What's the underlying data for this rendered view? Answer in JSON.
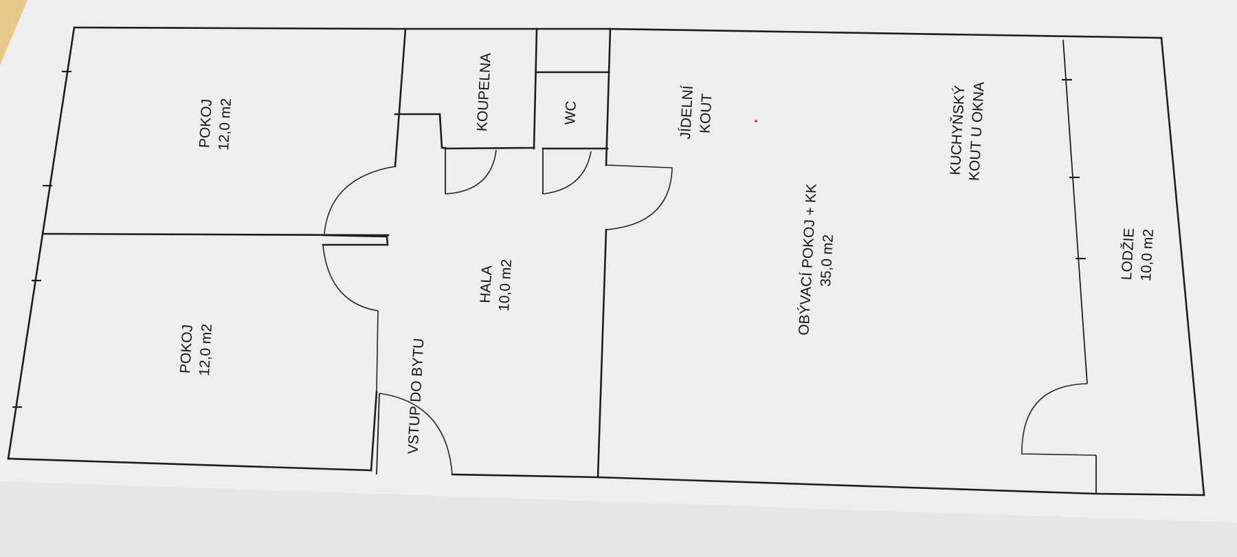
{
  "plan": {
    "rooms": {
      "bedroom_top": {
        "name": "POKOJ",
        "area": "12,0 m2"
      },
      "bedroom_bottom": {
        "name": "POKOJ",
        "area": "12,0 m2"
      },
      "bathroom": {
        "name": "KOUPELNA"
      },
      "wc": {
        "name": "WC"
      },
      "hall": {
        "name": "HALA",
        "area": "10,0 m2"
      },
      "entrance": {
        "name": "VSTUP DO BYTU"
      },
      "dining": {
        "line1": "JÍDELNÍ",
        "line2": "KOUT"
      },
      "living": {
        "name": "OBÝVACÍ POKOJ + KK",
        "area": "35,0 m2"
      },
      "kitchen": {
        "line1": "KUCHYŇSKÝ",
        "line2": "KOUT U OKNA"
      },
      "loggia": {
        "name": "LODŽIE",
        "area": "10,0 m2"
      }
    }
  },
  "colors": {
    "paper": "#eeeef0",
    "table": "#e8c98a",
    "ink": "#1d1d1d"
  }
}
